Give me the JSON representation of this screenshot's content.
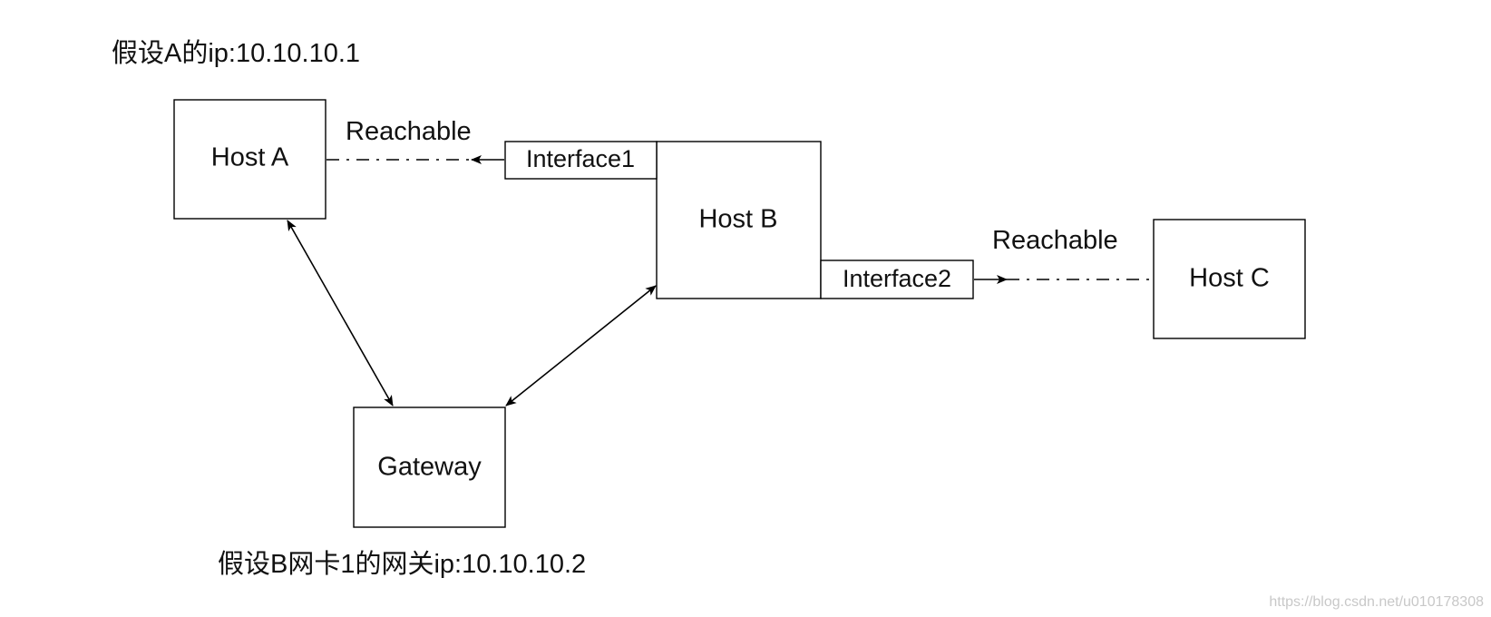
{
  "notes": {
    "host_a_ip": "假设A的ip:10.10.10.1",
    "gateway_ip": "假设B网卡1的网关ip:10.10.10.2"
  },
  "nodes": {
    "host_a": "Host A",
    "host_b": "Host B",
    "host_c": "Host C",
    "gateway": "Gateway"
  },
  "interfaces": {
    "interface1": "Interface1",
    "interface2": "Interface2"
  },
  "edges": {
    "b_to_a": "Reachable",
    "b_to_c": "Reachable"
  },
  "watermark": "https://blog.csdn.net/u010178308"
}
